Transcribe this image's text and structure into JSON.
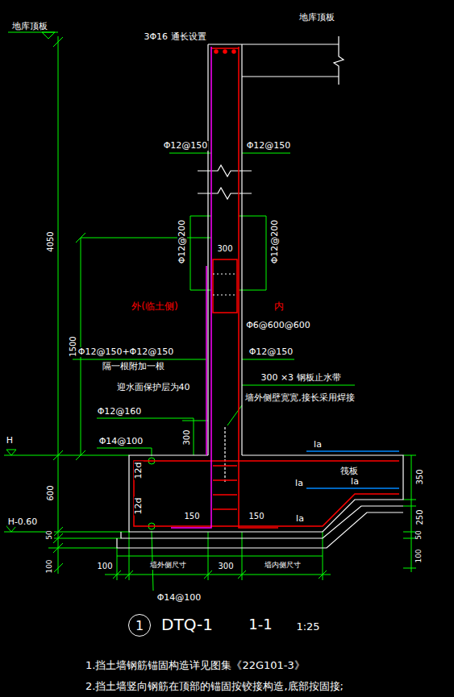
{
  "diagram": {
    "nodes": [
      {
        "text": [
          "1"
        ]
      }
    ],
    "labels": [
      "地库顶板",
      "地库顶板",
      "3Φ16 通长设置",
      "Φ12@150",
      "Φ12@150",
      "Φ12@200",
      "Φ12@200",
      "300",
      "外(临土侧)",
      "内",
      "Φ6@600@600",
      "Φ12@150+Φ12@150",
      "隔一根附加一根",
      "迎水面保护层为40",
      "Φ12@150",
      "300 ×3 钢板止水带",
      "墙外侧壁宽宽,接长采用焊接",
      "Φ12@160",
      "Φ14@100",
      "300",
      "H",
      "H-0.60",
      "4050",
      "1500",
      "600",
      "50",
      "100",
      "12d",
      "12d",
      "150",
      "150",
      "la",
      "la",
      "la",
      "la",
      "筏板",
      "350",
      "250",
      "50",
      "100",
      "100",
      "墙外侧尺寸",
      "300",
      "墙内侧尺寸",
      "Φ14@100",
      "DTQ-1",
      "1-1",
      "1:25",
      "1.挡土墙钢筋锚固构造详见图集《22G101-3》",
      "2.挡土墙竖向钢筋在顶部的锚固按铰接构造,底部按固接;"
    ]
  }
}
